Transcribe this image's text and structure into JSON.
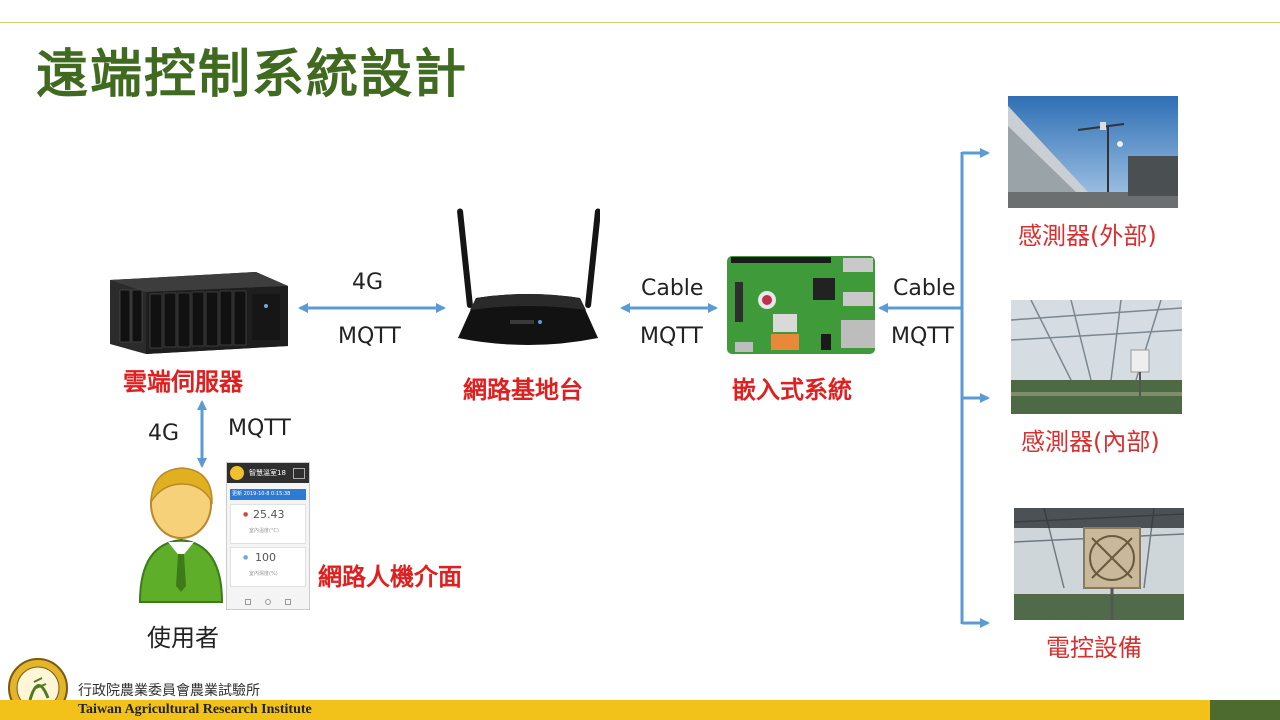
{
  "title": "遠端控制系統設計",
  "nodes": {
    "server": "雲端伺服器",
    "router": "網路基地台",
    "embedded": "嵌入式系統",
    "user": "使用者",
    "web_ui": "網路人機介面",
    "sensor_outside": "感測器(外部)",
    "sensor_inside": "感測器(內部)",
    "actuator": "電控設備"
  },
  "links": {
    "server_router_top": "4G",
    "server_router_bottom": "MQTT",
    "router_embedded_top": "Cable",
    "router_embedded_bottom": "MQTT",
    "embedded_bus_top": "Cable",
    "embedded_bus_bottom": "MQTT",
    "user_server_left": "4G",
    "user_server_right": "MQTT"
  },
  "phone": {
    "header": "智慧溫室18",
    "date": "更新 2019-10-8 0:15:38",
    "value1": "25.43",
    "label1": "室內溫度(°C)",
    "value2": "100",
    "label2": "室內濕度(%)"
  },
  "footer": {
    "org_zh": "行政院農業委員會農業試驗所",
    "org_en": "Taiwan  Agricultural  Research  Institute"
  },
  "colors": {
    "title": "#3f6a1f",
    "highlight": "#e02020",
    "arrow": "#5b9bd5",
    "bar": "#f3c21a"
  }
}
